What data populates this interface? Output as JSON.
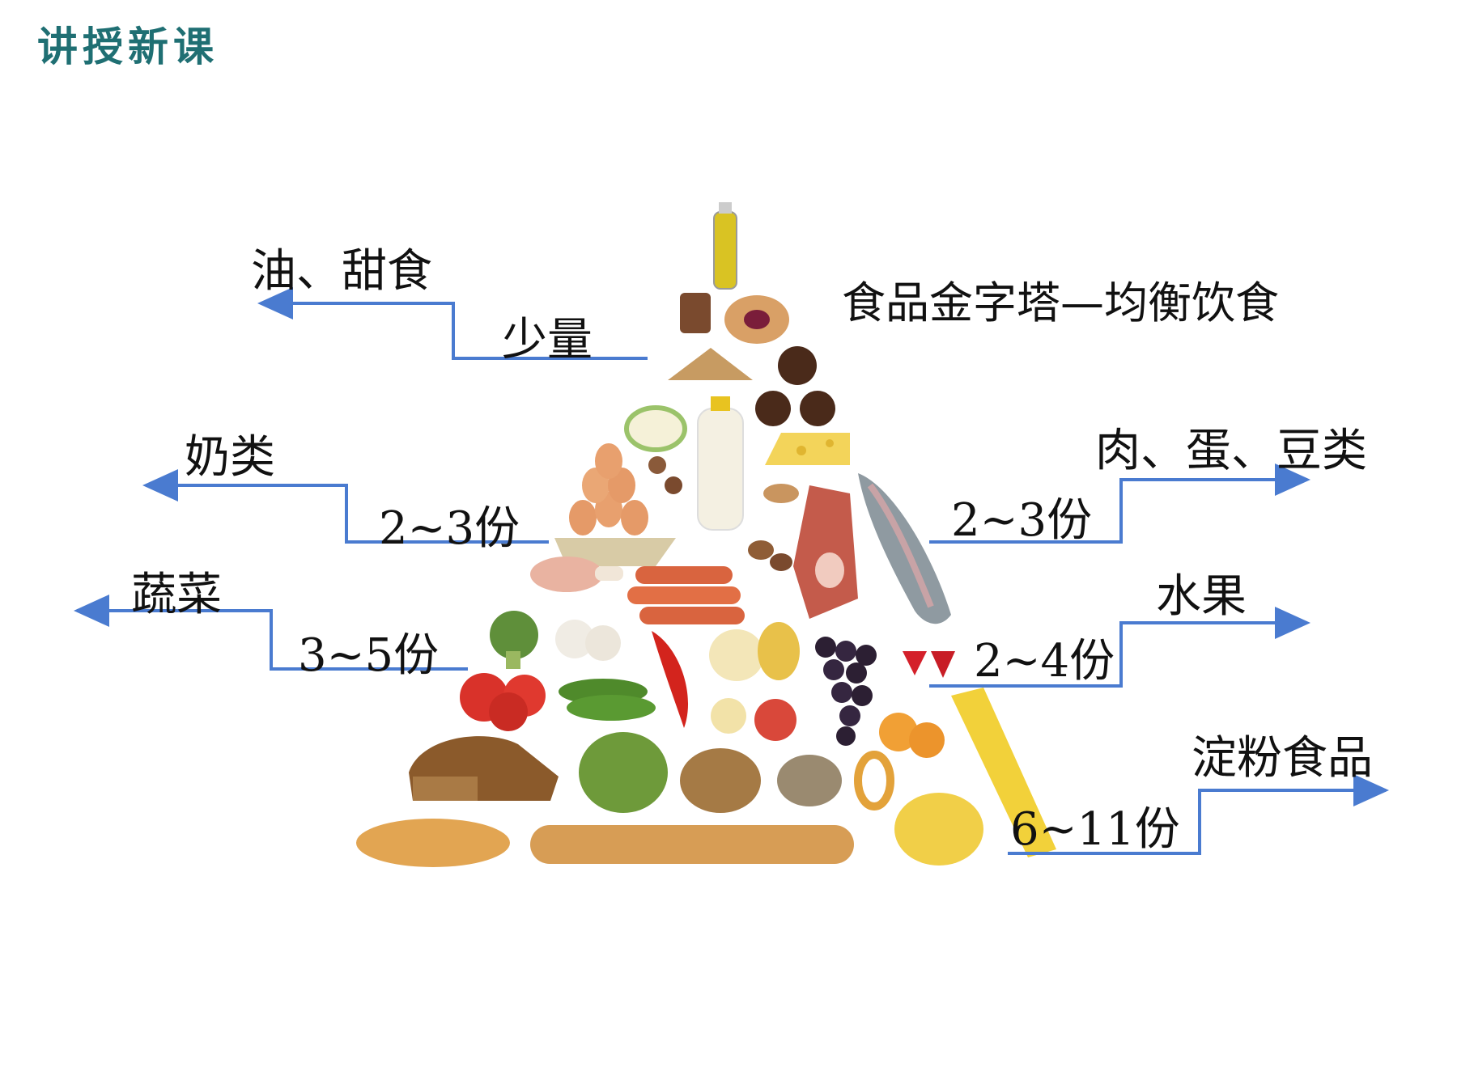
{
  "header": "讲授新课",
  "title": "食品金字塔—均衡饮食",
  "groups": {
    "oil_sweets": {
      "label": "油、甜食",
      "serving": "少量"
    },
    "dairy": {
      "label": "奶类",
      "serving": "2~3份"
    },
    "vegetables": {
      "label": "蔬菜",
      "serving": "3~5份"
    },
    "protein": {
      "label": "肉、蛋、豆类",
      "serving": "2~3份"
    },
    "fruit": {
      "label": "水果",
      "serving": "2~4份"
    },
    "starch": {
      "label": "淀粉食品",
      "serving": "6~11份"
    }
  },
  "colors": {
    "accent_line": "#4a7bd0",
    "header": "#1f6f73"
  }
}
